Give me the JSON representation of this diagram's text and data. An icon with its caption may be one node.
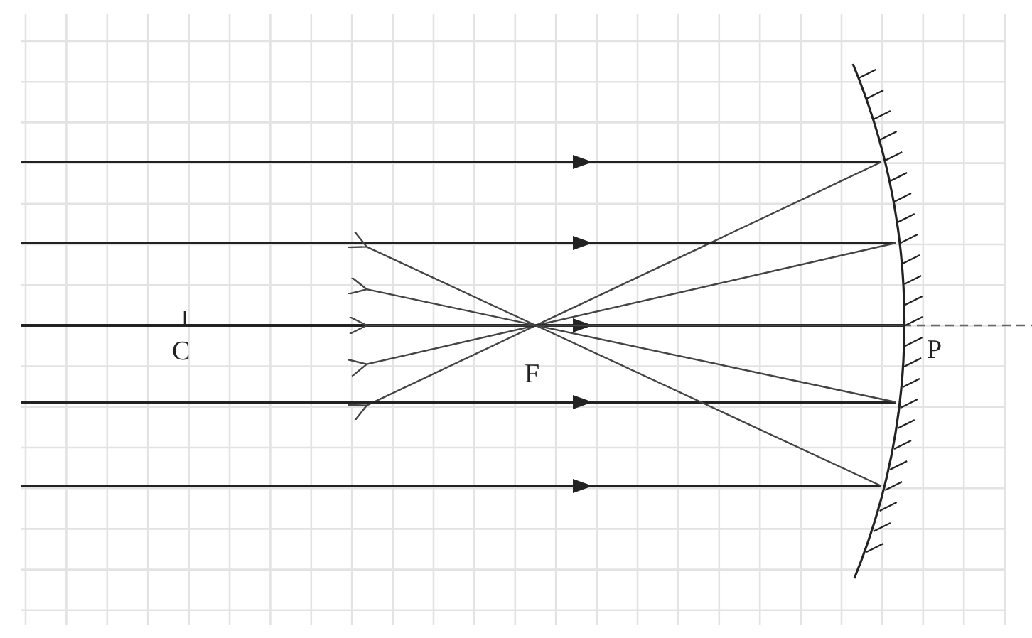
{
  "diagram": {
    "labels": [
      "C",
      "F",
      "P"
    ]
  }
}
